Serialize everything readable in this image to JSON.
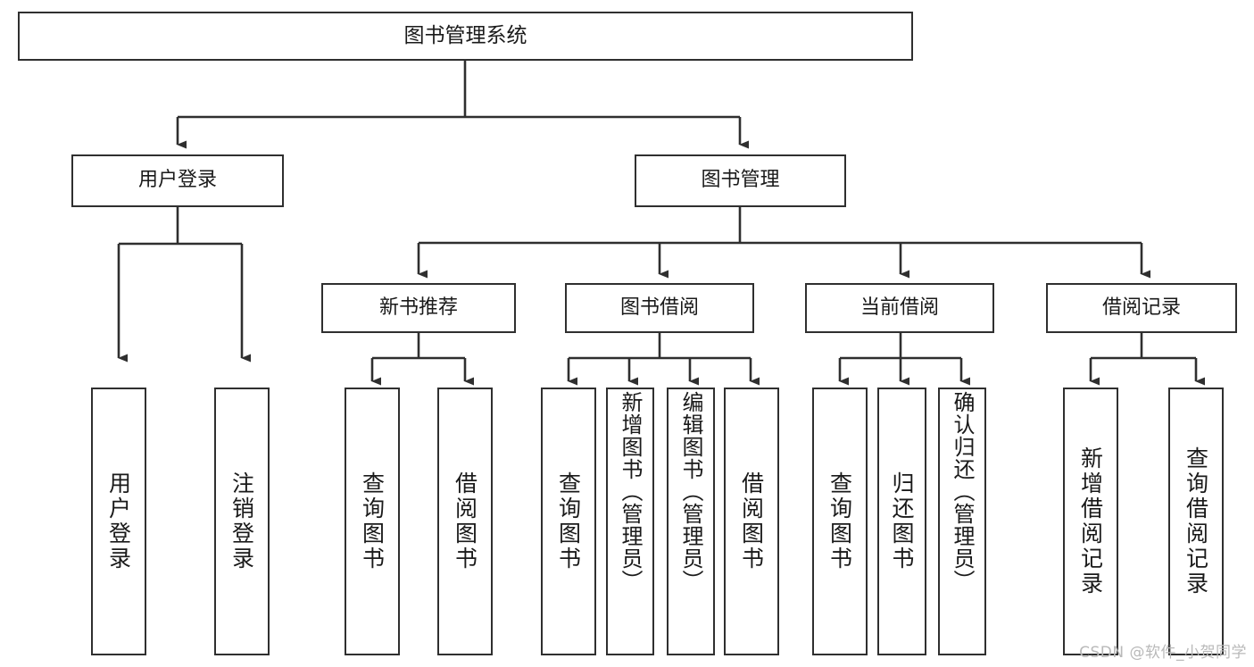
{
  "diagram": {
    "type": "tree-hierarchy-diagram",
    "title": "图书管理系统",
    "root": {
      "id": "root",
      "label": "图书管理系统"
    },
    "level2": [
      {
        "id": "user-login",
        "label": "用户登录"
      },
      {
        "id": "book-management",
        "label": "图书管理"
      }
    ],
    "level3": [
      {
        "id": "new-book-recommend",
        "label": "新书推荐",
        "parent": "book-management"
      },
      {
        "id": "book-borrow",
        "label": "图书借阅",
        "parent": "book-management"
      },
      {
        "id": "current-borrow",
        "label": "当前借阅",
        "parent": "book-management"
      },
      {
        "id": "borrow-record",
        "label": "借阅记录",
        "parent": "book-management"
      }
    ],
    "leaves": [
      {
        "id": "leaf-user-login",
        "label": "用户登录",
        "parent": "user-login"
      },
      {
        "id": "leaf-logout-login",
        "label": "注销登录",
        "parent": "user-login"
      },
      {
        "id": "leaf-query-book-1",
        "label": "查询图书",
        "parent": "new-book-recommend"
      },
      {
        "id": "leaf-borrow-book-1",
        "label": "借阅图书",
        "parent": "new-book-recommend"
      },
      {
        "id": "leaf-query-book-2",
        "label": "查询图书",
        "parent": "book-borrow"
      },
      {
        "id": "leaf-add-book",
        "label": "新增图书（管理员）",
        "parent": "book-borrow"
      },
      {
        "id": "leaf-edit-book",
        "label": "编辑图书（管理员）",
        "parent": "book-borrow"
      },
      {
        "id": "leaf-borrow-book-2",
        "label": "借阅图书",
        "parent": "book-borrow"
      },
      {
        "id": "leaf-query-book-3",
        "label": "查询图书",
        "parent": "current-borrow"
      },
      {
        "id": "leaf-return-book",
        "label": "归还图书",
        "parent": "current-borrow"
      },
      {
        "id": "leaf-confirm-return",
        "label": "确认归还（管理员）",
        "parent": "current-borrow"
      },
      {
        "id": "leaf-add-record",
        "label": "新增借阅记录",
        "parent": "borrow-record"
      },
      {
        "id": "leaf-query-record",
        "label": "查询借阅记录",
        "parent": "borrow-record"
      }
    ],
    "colors": {
      "border": "#2f2f2f",
      "background": "#ffffff",
      "text": "#1a1a1a",
      "connector": "#2f2f2f",
      "watermark": "#b9b9b9"
    }
  },
  "watermark": {
    "text": "CSDN @软件_小贺同学"
  }
}
